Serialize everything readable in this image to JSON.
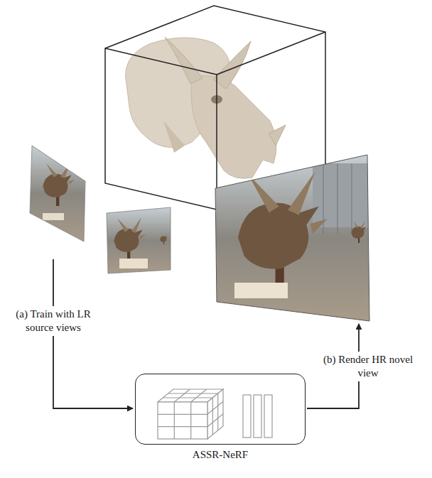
{
  "diagram": {
    "nodes": [
      {
        "text": [
          "ASSR-NeRF"
        ]
      }
    ],
    "labels": [
      "(a) Train with LR source views",
      "(b) Render HR novel view"
    ]
  }
}
